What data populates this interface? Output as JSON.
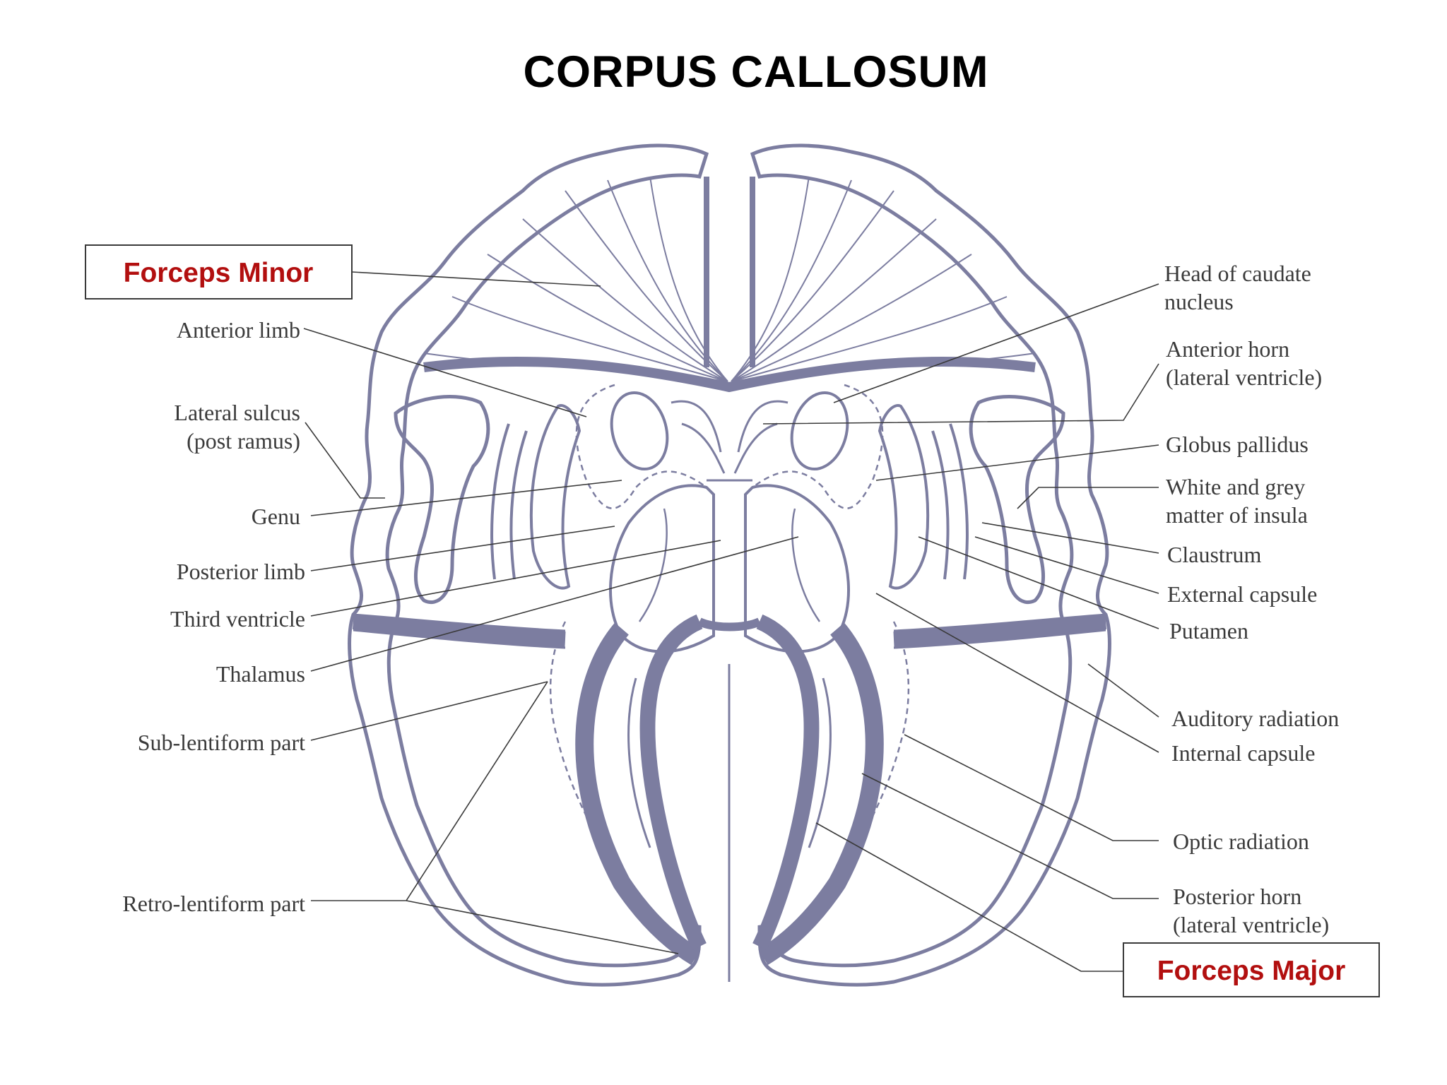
{
  "title": "CORPUS CALLOSUM",
  "colors": {
    "ink": "#7c7da0",
    "label": "#3a3a3a",
    "highlight": "#b20f0f",
    "stipple": "#f4f4f8"
  },
  "boxed_labels": {
    "forceps_minor": "Forceps Minor",
    "forceps_major": "Forceps Major"
  },
  "left_labels": [
    {
      "lines": [
        "Anterior  limb"
      ]
    },
    {
      "lines": [
        "Lateral  sulcus",
        "(post  ramus)"
      ]
    },
    {
      "lines": [
        "Genu"
      ]
    },
    {
      "lines": [
        "Posterior  limb"
      ]
    },
    {
      "lines": [
        "Third  ventricle"
      ]
    },
    {
      "lines": [
        "Thalamus"
      ]
    },
    {
      "lines": [
        "Sub-lentiform  part"
      ]
    },
    {
      "lines": [
        "Retro-lentiform  part"
      ]
    }
  ],
  "right_labels": [
    {
      "lines": [
        "Head  of  caudate",
        "nucleus"
      ]
    },
    {
      "lines": [
        "Anterior  horn",
        "(lateral  ventricle)"
      ]
    },
    {
      "lines": [
        "Globus pallidus"
      ]
    },
    {
      "lines": [
        "White  and  grey",
        "matter  of  insula"
      ]
    },
    {
      "lines": [
        "Claustrum"
      ]
    },
    {
      "lines": [
        "External  capsule"
      ]
    },
    {
      "lines": [
        "Putamen"
      ]
    },
    {
      "lines": [
        "Auditory  radiation"
      ]
    },
    {
      "lines": [
        "Internal  capsule"
      ]
    },
    {
      "lines": [
        "Optic  radiation"
      ]
    },
    {
      "lines": [
        "Posterior  horn",
        "(lateral  ventricle)"
      ]
    }
  ]
}
